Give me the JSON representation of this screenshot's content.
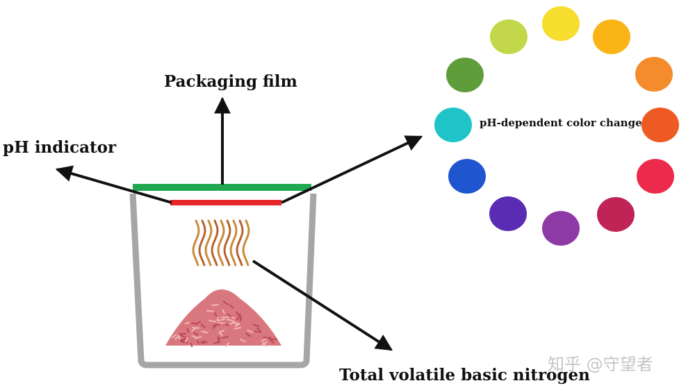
{
  "labels": {
    "packaging_film": "Packaging film",
    "ph_indicator": "pH indicator",
    "tvbn": "Total volatile basic nitrogen",
    "color_change": "pH-dependent color change"
  },
  "watermark": "知乎 @守望者",
  "colors": {
    "film": "#1fa84f",
    "indicator_strip": "#e8262b",
    "container": "#a6a6a6",
    "arrow": "#111111",
    "meat": "#d9777f",
    "color_wheel": [
      "#f7dd2e",
      "#fbb415",
      "#f48b2c",
      "#ee5a24",
      "#ec2a4b",
      "#c02456",
      "#8e3aa6",
      "#5a2cb3",
      "#1f56cf",
      "#1fc4c8",
      "#5e9d3a",
      "#c2d84a"
    ]
  }
}
